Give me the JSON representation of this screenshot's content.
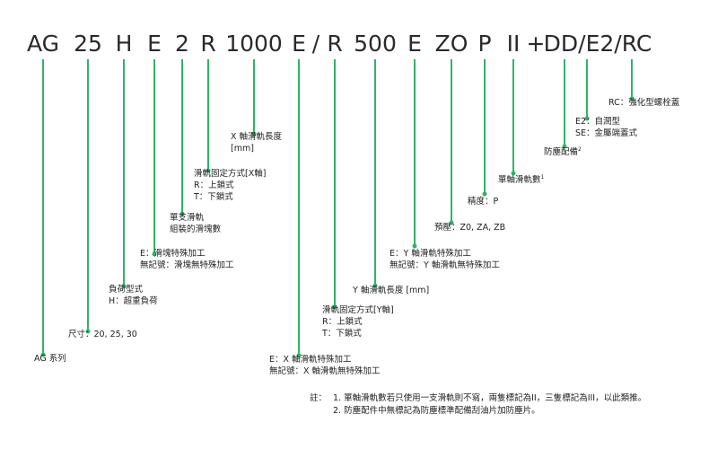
{
  "code_segments": [
    "AG",
    "25",
    "H",
    "E",
    "2",
    "R",
    "1000",
    "E",
    "/",
    "R",
    "500",
    "E",
    "ZO",
    "P",
    "II",
    "+",
    "DD/E2/RC"
  ],
  "labels": {
    "rc": [
      "RC：強化型螺栓蓋"
    ],
    "dd": [
      "E2：自潤型",
      "SE：金屬端蓋式"
    ],
    "dust": [
      "防塵配備"
    ],
    "dust_sup": "2",
    "rails": [
      "單軸滑軌數"
    ],
    "rails_sup": "1",
    "accuracy": [
      "精度：P"
    ],
    "preload": [
      "預壓：Z0, ZA, ZB"
    ],
    "y_option": [
      "E：Y 軸滑軌特殊加工",
      "無記號：Y 軸滑軌無特殊加工"
    ],
    "y_length": [
      "Y 軸滑軌長度 [mm]"
    ],
    "y_fix": [
      "滑軌固定方式[Y軸]",
      "R：上鎖式",
      "T：下鎖式"
    ],
    "x_option": [
      "E：X 軸滑軌特殊加工",
      "無記號：X 軸滑軌無特殊加工"
    ],
    "x_length": [
      "X 軸滑軌長度",
      "[mm]"
    ],
    "x_fix": [
      "滑軌固定方式[X軸]",
      "R：上鎖式",
      "T：下鎖式"
    ],
    "blocks": [
      "單支滑軌",
      "組裝的滑塊數"
    ],
    "block_option": [
      "E：滑塊特殊加工",
      "無記號：滑塊無特殊加工"
    ],
    "load": [
      "負荷型式",
      "H：超重負荷"
    ],
    "size": [
      "尺寸：20, 25, 30"
    ],
    "series": [
      "AG 系列"
    ]
  },
  "notes": {
    "prefix": "註：",
    "items": [
      "1. 單軸滑軌數若只使用一支滑軌則不寫，兩隻標記為II，三隻標記為III，以此類推。",
      "2. 防塵配件中無標記為防塵標準配備刮油片加防塵片。"
    ]
  },
  "colors": {
    "leader": "#2fb36b",
    "text": "#222222"
  }
}
